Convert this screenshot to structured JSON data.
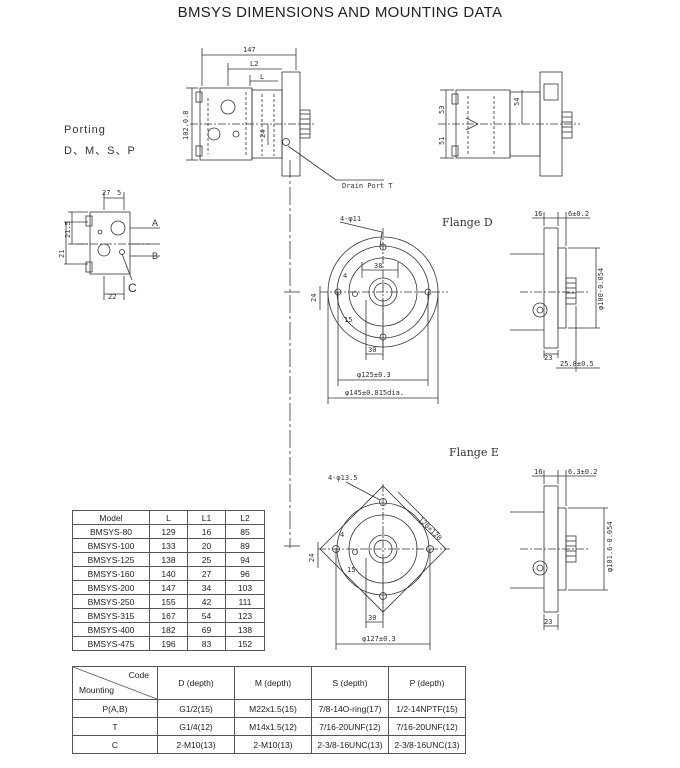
{
  "title": "BMSYS DIMENSIONS AND MOUNTING DATA",
  "porting": {
    "label": "Porting",
    "ports": "D、M、S、P"
  },
  "flange_d": {
    "label": "Flange D"
  },
  "flange_e": {
    "label": "Flange E"
  },
  "dims": {
    "top_147": "147",
    "top_L2": "L2",
    "top_L": "L",
    "top_102_8": "102.0.8",
    "top_24": "24",
    "drain_port": "Drain Port T",
    "side_53": "53",
    "side_51": "51",
    "side_54": "54",
    "port_27": "27",
    "port_5": "5",
    "port_21_5": "21.5",
    "port_21": "21",
    "port_22": "22",
    "port_A": "A",
    "port_B": "B",
    "port_C": "C",
    "fd_holes": "4-φ11",
    "fd_38": "38",
    "fd_4": "4",
    "fd_24": "24",
    "fd_15": "15",
    "fd_30": "30",
    "fd_125": "φ125±0.3",
    "fd_145": "φ145±0.815dia.",
    "fd_16": "16",
    "fd_6": "6±0.2",
    "fd_100": "φ100-0.054",
    "fd_23": "23",
    "fd_25_8": "25.8±0.5",
    "fe_holes": "4-φ13.5",
    "fe_120": "120×120",
    "fe_4": "4",
    "fe_24": "24",
    "fe_15": "15",
    "fe_30": "30",
    "fe_127": "φ127±0.3",
    "fe_16": "16",
    "fe_6_3": "6.3±0.2",
    "fe_101_6": "φ101.6-0.054",
    "fe_23": "23"
  },
  "model_table": {
    "headers": [
      "Model",
      "L",
      "L1",
      "L2"
    ],
    "rows": [
      [
        "BMSYS-80",
        "129",
        "16",
        "85"
      ],
      [
        "BMSYS-100",
        "133",
        "20",
        "89"
      ],
      [
        "BMSYS-125",
        "138",
        "25",
        "94"
      ],
      [
        "BMSYS-160",
        "140",
        "27",
        "96"
      ],
      [
        "BMSYS-200",
        "147",
        "34",
        "103"
      ],
      [
        "BMSYS-250",
        "155",
        "42",
        "111"
      ],
      [
        "BMSYS-315",
        "167",
        "54",
        "123"
      ],
      [
        "BMSYS-400",
        "182",
        "69",
        "138"
      ],
      [
        "BMSYS-475",
        "196",
        "83",
        "152"
      ]
    ]
  },
  "thread_table": {
    "corner_code": "Code",
    "corner_mounting": "Mounting",
    "headers": [
      "D (depth)",
      "M (depth)",
      "S (depth)",
      "P (depth)"
    ],
    "rows": [
      [
        "P(A,B)",
        "G1/2(15)",
        "M22x1.5(15)",
        "7/8-14O-ring(17)",
        "1/2-14NPTF(15)"
      ],
      [
        "T",
        "G1/4(12)",
        "M14x1.5(12)",
        "7/16-20UNF(12)",
        "7/16-20UNF(12)"
      ],
      [
        "C",
        "2-M10(13)",
        "2-M10(13)",
        "2-3/8-16UNC(13)",
        "2-3/8-16UNC(13)"
      ]
    ]
  }
}
